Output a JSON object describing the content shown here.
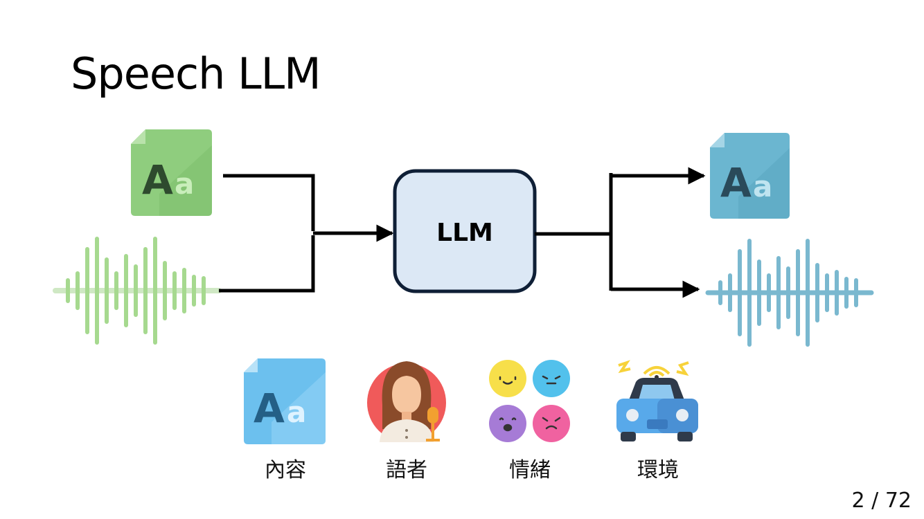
{
  "slide": {
    "title": "Speech LLM",
    "llm_box_label": "LLM",
    "input_text_icon": "text-document-icon",
    "input_speech_icon": "waveform-icon",
    "output_text_icon": "text-document-icon",
    "output_speech_icon": "waveform-icon",
    "colors": {
      "input_green": "#8fcd7e",
      "output_blue": "#6bb6d0",
      "llm_fill": "#dce8f5",
      "llm_border": "#0f1f36"
    },
    "categories": [
      {
        "label": "內容",
        "icon": "text-document-icon"
      },
      {
        "label": "語者",
        "icon": "speaker-person-icon"
      },
      {
        "label": "情緒",
        "icon": "emotion-faces-icon"
      },
      {
        "label": "環境",
        "icon": "car-environment-icon"
      }
    ],
    "page_number": "2 / 72"
  }
}
